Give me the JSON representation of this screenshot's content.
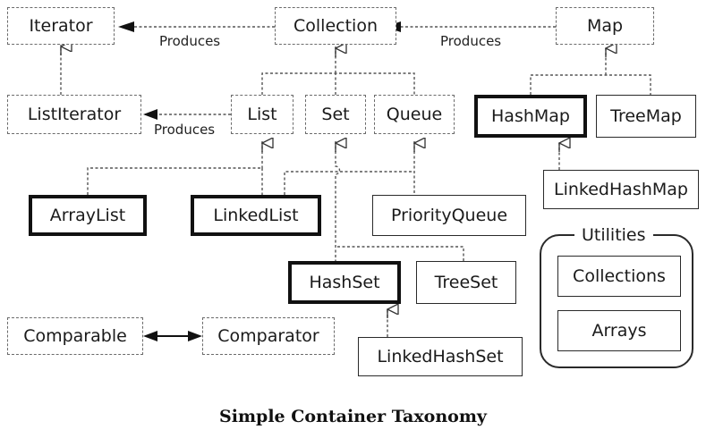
{
  "title": "Simple Container Taxonomy",
  "nodes": {
    "iterator": "Iterator",
    "collection": "Collection",
    "map": "Map",
    "list_iterator": "ListIterator",
    "list": "List",
    "set": "Set",
    "queue": "Queue",
    "hash_map": "HashMap",
    "tree_map": "TreeMap",
    "linked_hash_map": "LinkedHashMap",
    "array_list": "ArrayList",
    "linked_list": "LinkedList",
    "priority_queue": "PriorityQueue",
    "hash_set": "HashSet",
    "tree_set": "TreeSet",
    "linked_hash_set": "LinkedHashSet",
    "comparable": "Comparable",
    "comparator": "Comparator"
  },
  "utilities": {
    "title": "Utilities",
    "collections": "Collections",
    "arrays": "Arrays"
  },
  "relations": {
    "produces_1": "Produces",
    "produces_2": "Produces",
    "produces_3": "Produces"
  }
}
